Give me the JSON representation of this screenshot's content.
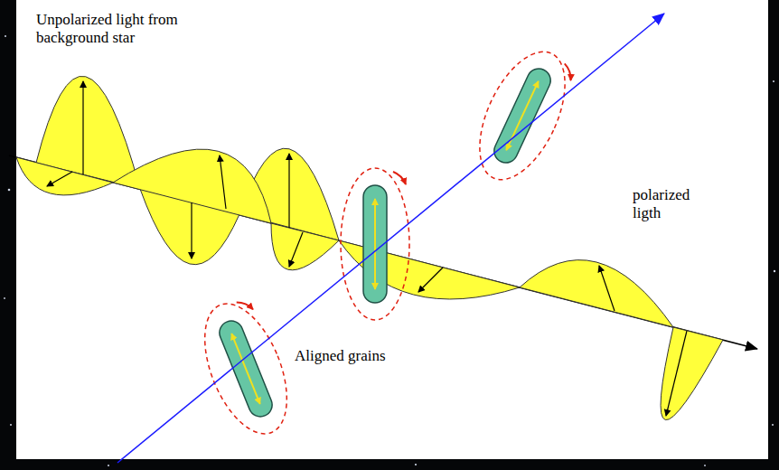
{
  "diagram": {
    "labels": [
      "Unpolarized light from background star",
      "polarized ligth",
      "Aligned grains"
    ]
  }
}
